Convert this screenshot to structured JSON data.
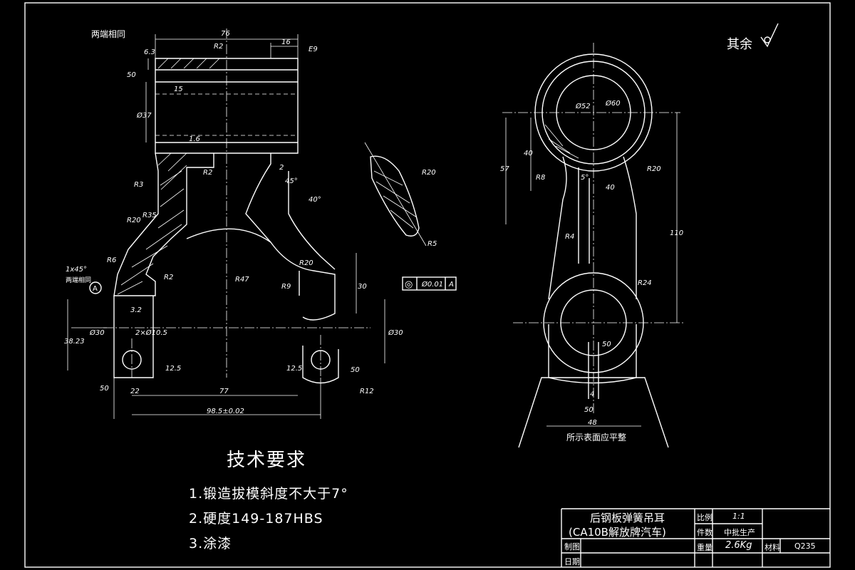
{
  "drawing": {
    "roughness_note": "其余",
    "side_note": "两端相同",
    "side_note_2": "两端相同",
    "chamfer": "1x45°",
    "plane_note": "所示表面应平整",
    "datum": "A",
    "gdt": {
      "symbol": "◎",
      "tolerance": "Ø0.01",
      "datum": "A"
    },
    "front_view_dims": [
      "76",
      "16",
      "E9",
      "6.3",
      "R2",
      "50",
      "15",
      "Ø37",
      "1.6",
      "R2",
      "R3",
      "R20",
      "R35",
      "R6",
      "R2",
      "3.2",
      "2",
      "45°",
      "40°",
      "R47",
      "R20",
      "R9",
      "30",
      "R20",
      "R5",
      "2×Ø10.5",
      "12.5",
      "12.5",
      "50",
      "R12",
      "38.23",
      "Ø30",
      "Ø30",
      "50",
      "22",
      "77",
      "98.5±0.02"
    ],
    "side_view_dims": [
      "Ø52",
      "Ø60",
      "57",
      "40",
      "R8",
      "5°",
      "40",
      "R20",
      "R4",
      "110",
      "R24",
      "50",
      "4",
      "50",
      "48"
    ]
  },
  "technical_requirements": {
    "title": "技术要求",
    "items": [
      "1.锻造拔模斜度不大于7°",
      "2.硬度149-187HBS",
      "3.涂漆"
    ]
  },
  "title_block": {
    "part_name": "后钢板弹簧吊耳",
    "part_subtitle": "(CA10B解放牌汽车)",
    "scale_label": "比例",
    "scale_value": "1:1",
    "qty_label": "件数",
    "qty_value": "中批生产",
    "drawn_label": "制图",
    "weight_label": "重量",
    "weight_value": "2.6Kg",
    "material_label": "材料",
    "material_value": "Q235",
    "date_label": "日期"
  }
}
